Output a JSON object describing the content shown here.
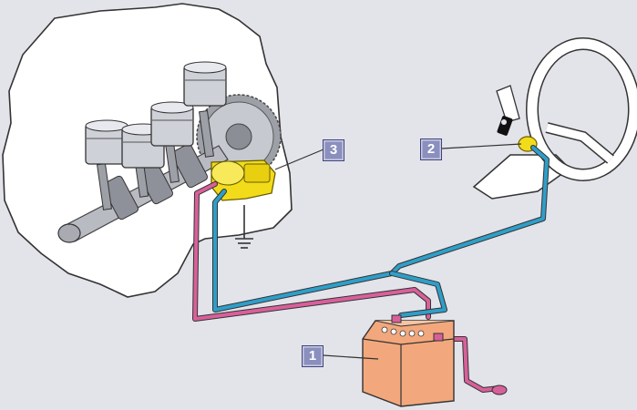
{
  "callouts": [
    {
      "label": "1",
      "part": "battery"
    },
    {
      "label": "2",
      "part": "ignition-switch"
    },
    {
      "label": "3",
      "part": "starter-motor"
    }
  ],
  "colors": {
    "background": "#e3e4ea",
    "engine_block": "#ffffff",
    "outline": "#333333",
    "starter": "#f2dc1a",
    "positive_cable": "#d8609a",
    "signal_cable": "#2f9ec9",
    "battery": "#f2a87c",
    "callout_fill": "#8a8fbe"
  }
}
